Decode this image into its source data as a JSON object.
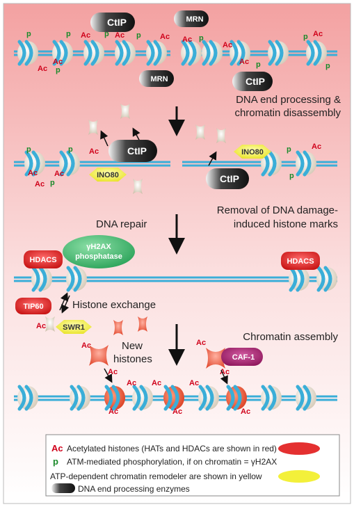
{
  "labels": {
    "ctip": "CtIP",
    "mrn": "MRN",
    "ino80": "INO80",
    "hdacs": "HDACS",
    "tip60": "TIP60",
    "swr1": "SWR1",
    "caf1": "CAF-1",
    "h2ax_phosphatase_1": "γH2AX",
    "h2ax_phosphatase_2": "phosphatase"
  },
  "marks": {
    "ac": "Ac",
    "p": "p"
  },
  "steps": {
    "end_processing_1": "DNA end processing &",
    "end_processing_2": "chromatin disassembly",
    "removal_1": "Removal of DNA damage-",
    "removal_2": "induced histone marks",
    "dna_repair": "DNA repair",
    "histone_exchange": "Histone exchange",
    "new_histones_1": "New",
    "new_histones_2": "histones",
    "chromatin_assembly": "Chromatin assembly"
  },
  "legend": {
    "ac_symbol": "Ac",
    "ac_text": "Acetylated histones (HATs and HDACs are shown in red)",
    "p_symbol": "p",
    "p_text": "ATM-mediated phosphorylation, if on chromatin = γH2AX",
    "yellow_text": "ATP-dependent chromatin remodeler are shown in yellow",
    "black_text": "DNA end processing enzymes"
  },
  "colors": {
    "dna": "#3aaed8",
    "histone": "#e6dccb",
    "histone_new": "#e8553a",
    "red_protein": "#e02020",
    "yellow_protein": "#f3f03a",
    "black_protein": "#1e1e1e",
    "green_protein": "#2fae60",
    "purple_protein": "#a0226e",
    "bg_top": "#f19a9a"
  }
}
